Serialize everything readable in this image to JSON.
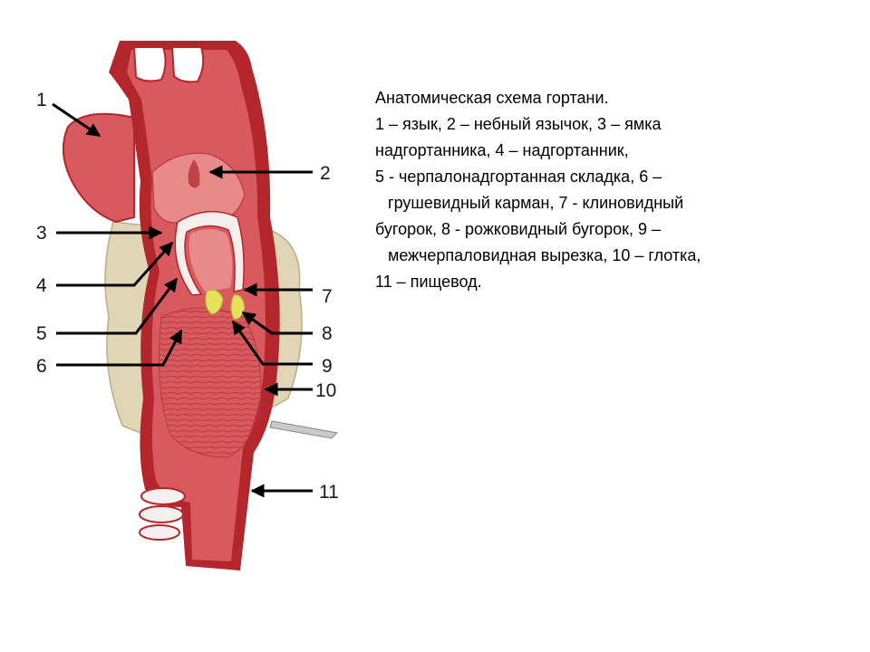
{
  "caption": {
    "title": "Анатомическая схема гортани.",
    "lines": [
      "1 – язык, 2 – небный язычок, 3 – ямка",
      "надгортанника, 4 – надгортанник,",
      "5 - черпалонадгортанная складка, 6 –",
      "грушевидный карман, 7 - клиновидный",
      "бугорок, 8 - рожковидный бугорок, 9 –",
      "межчерпаловидная вырезка, 10 – глотка,",
      "11 – пищевод."
    ]
  },
  "labels": {
    "l1": "1",
    "l2": "2",
    "l3": "3",
    "l4": "4",
    "l5": "5",
    "l6": "6",
    "l7": "7",
    "l8": "8",
    "l9": "9",
    "l10": "10",
    "l11": "11"
  },
  "colors": {
    "mucosa": "#d95a5e",
    "mucosa_light": "#e98a8a",
    "wall_dark": "#b3262c",
    "cartilage": "#e0d6b6",
    "epiglottis": "#f4eeec",
    "tubercle": "#e6e05a"
  }
}
